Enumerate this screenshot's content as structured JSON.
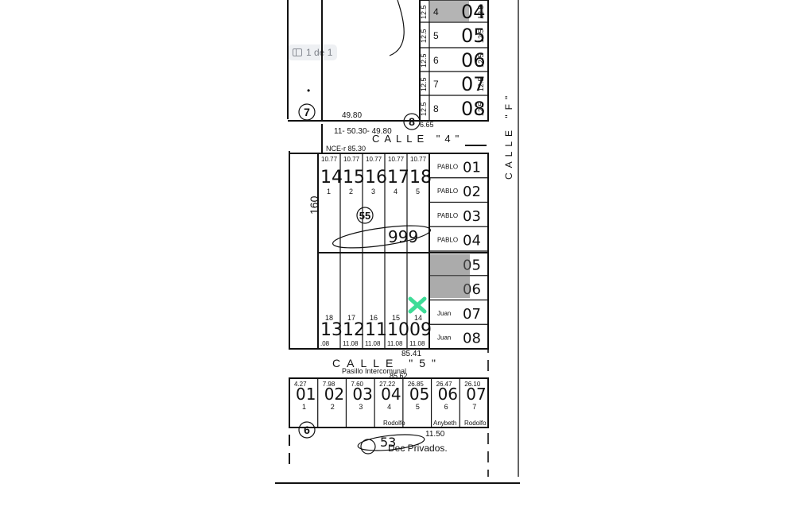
{
  "viewer": {
    "page_indicator": "1 de 1",
    "icon": "sidebar-icon"
  },
  "map": {
    "streets": {
      "calle_4": "CALLE \"4\"",
      "calle_5": "CALLE \"5\"",
      "calle_f": "CALLE \"F\""
    },
    "circles": {
      "seven": "7",
      "eight": "8",
      "six": "6",
      "fifty_five": "55",
      "fifty_three": "53"
    },
    "top_block": {
      "rows": [
        {
          "lot": "4",
          "code": "04",
          "dim": "12.5"
        },
        {
          "lot": "5",
          "code": "05",
          "dim": "12.5"
        },
        {
          "lot": "6",
          "code": "06",
          "dim": "12.5"
        },
        {
          "lot": "7",
          "code": "07",
          "dim": "12.5"
        },
        {
          "lot": "8",
          "code": "08",
          "dim": "12.5"
        }
      ],
      "measure_bottom": "49.80",
      "measure_top_street": "11- 50.30- 49.80",
      "corner_dim": "6.65",
      "ne_note": "NCE-r 85.30"
    },
    "block_55": {
      "top_lots": [
        {
          "lot": "1",
          "code": "14",
          "width": "10.77"
        },
        {
          "lot": "2",
          "code": "15",
          "width": "10.77"
        },
        {
          "lot": "3",
          "code": "16",
          "width": "10.77"
        },
        {
          "lot": "4",
          "code": "17",
          "width": "10.77"
        },
        {
          "lot": "5",
          "code": "18",
          "width": "10.77"
        }
      ],
      "right_lots": [
        {
          "owner": "PABLO",
          "code": "01"
        },
        {
          "owner": "PABLO",
          "code": "02"
        },
        {
          "owner": "PABLO",
          "code": "03"
        },
        {
          "owner": "PABLO",
          "code": "04"
        },
        {
          "owner": "",
          "code": "05"
        },
        {
          "owner": "",
          "code": "06"
        },
        {
          "owner": "Juan",
          "code": "07"
        },
        {
          "owner": "Juan",
          "code": "08"
        }
      ],
      "bottom_lots": [
        {
          "lot": "18",
          "code": "13",
          "width": ".08"
        },
        {
          "lot": "17",
          "code": "12",
          "width": "11.08"
        },
        {
          "lot": "16",
          "code": "11",
          "width": "11.08"
        },
        {
          "lot": "15",
          "code": "10",
          "width": "11.08"
        },
        {
          "lot": "14",
          "code": "09",
          "width": "11.08"
        }
      ],
      "side_dim": "160",
      "bottom_measure": "85.41",
      "mid_codes": "999"
    },
    "bottom_block": {
      "lots": [
        {
          "lot": "1",
          "code": "01",
          "width": "4.27"
        },
        {
          "lot": "2",
          "code": "02",
          "width": "7.98"
        },
        {
          "lot": "3",
          "code": "03",
          "width": "7.60"
        },
        {
          "lot": "4",
          "code": "04",
          "width": "27.22"
        },
        {
          "lot": "5",
          "code": "05",
          "width": "26.85"
        },
        {
          "lot": "6",
          "code": "06",
          "width": "26.47"
        },
        {
          "lot": "7",
          "code": "07",
          "width": "26.10"
        }
      ],
      "owners": [
        "Rodolfo",
        "Anybeth",
        "Rodolfo"
      ],
      "street_note": "Pasillo Intercomunal",
      "measure_top": "85.62",
      "measure_bottom": "11.50",
      "label_bottom": "Dec Privados."
    },
    "marker_color": "#3ddc97"
  }
}
